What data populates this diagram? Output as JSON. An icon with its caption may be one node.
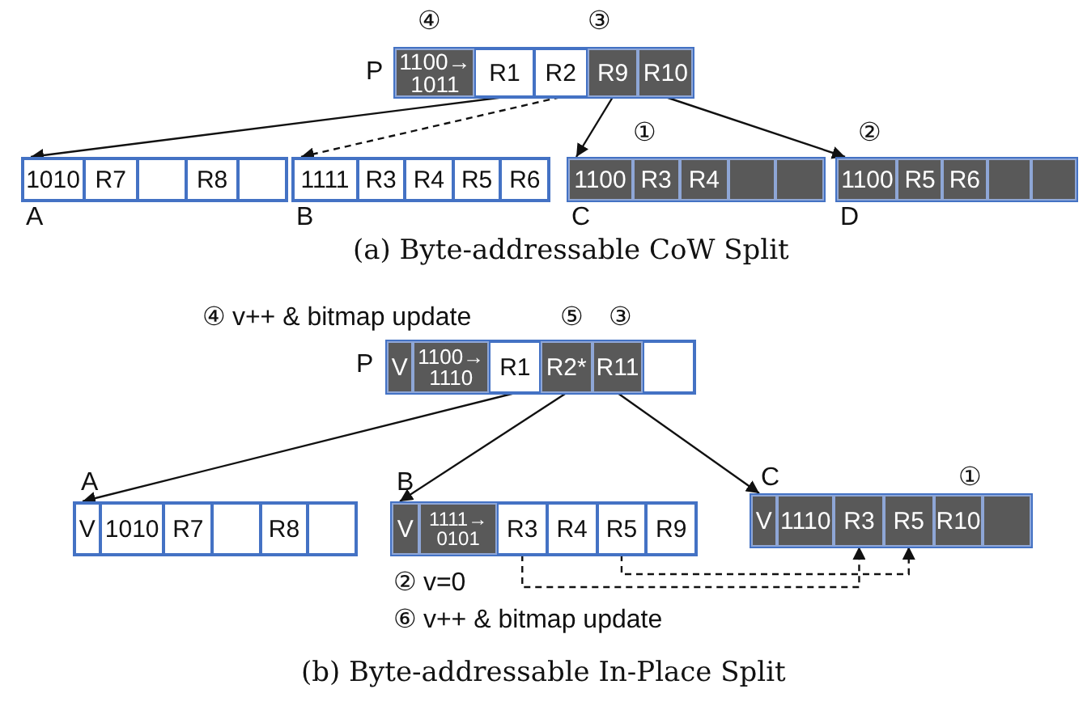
{
  "diagram": {
    "nodes": [
      {
        "text": [],
        "shape": "box",
        "beside": [
          "P"
        ]
      },
      {
        "text": [
          "1100→ 1011"
        ],
        "in": 0,
        "beside": [
          "④"
        ]
      },
      {
        "text": [
          "R1"
        ],
        "in": 0
      },
      {
        "text": [
          "R2"
        ],
        "in": 0
      },
      {
        "text": [
          "R9"
        ],
        "in": 0,
        "beside": [
          "③"
        ]
      },
      {
        "text": [
          "R10"
        ],
        "in": 0
      },
      {
        "text": [],
        "shape": "box",
        "beside": [
          "A"
        ]
      },
      {
        "text": [
          "1010"
        ],
        "in": 6
      },
      {
        "text": [
          "R7"
        ],
        "in": 6
      },
      {
        "text": [],
        "shape": "box",
        "in": 6
      },
      {
        "text": [
          "R8"
        ],
        "in": 6
      },
      {
        "text": [],
        "shape": "box",
        "in": 6
      },
      {
        "text": [],
        "shape": "box",
        "beside": [
          "B"
        ]
      },
      {
        "text": [
          "1111"
        ],
        "in": 12
      },
      {
        "text": [
          "R3"
        ],
        "in": 12
      },
      {
        "text": [
          "R4"
        ],
        "in": 12
      },
      {
        "text": [
          "R5"
        ],
        "in": 12
      },
      {
        "text": [
          "R6"
        ],
        "in": 12
      },
      {
        "text": [],
        "shape": "box",
        "beside": [
          "C"
        ]
      },
      {
        "text": [
          "1100"
        ],
        "in": 18,
        "beside": [
          "①"
        ]
      },
      {
        "text": [
          "R3"
        ],
        "in": 18
      },
      {
        "text": [
          "R4"
        ],
        "in": 18
      },
      {
        "text": [],
        "shape": "box",
        "in": 18
      },
      {
        "text": [],
        "shape": "box",
        "in": 18
      },
      {
        "text": [],
        "shape": "box",
        "beside": [
          "D"
        ]
      },
      {
        "text": [
          "1100"
        ],
        "in": 24,
        "beside": [
          "②"
        ]
      },
      {
        "text": [
          "R5"
        ],
        "in": 24
      },
      {
        "text": [
          "R6"
        ],
        "in": 24
      },
      {
        "text": [],
        "shape": "box",
        "in": 24
      },
      {
        "text": [],
        "shape": "box",
        "in": 24
      },
      {
        "text": [],
        "shape": "box",
        "beside": [
          "④ v++ & bitmap update",
          "P"
        ]
      },
      {
        "text": [
          "V"
        ],
        "in": 30
      },
      {
        "text": [
          "1100→ 1110"
        ],
        "in": 30
      },
      {
        "text": [
          "R1"
        ],
        "in": 30
      },
      {
        "text": [
          "R2*"
        ],
        "in": 30,
        "beside": [
          "⑤"
        ]
      },
      {
        "text": [
          "R11"
        ],
        "in": 30,
        "beside": [
          "③"
        ]
      },
      {
        "text": [],
        "shape": "box",
        "in": 30
      },
      {
        "text": [],
        "shape": "box",
        "beside": [
          "A"
        ]
      },
      {
        "text": [
          "V"
        ],
        "in": 37
      },
      {
        "text": [
          "1010"
        ],
        "in": 37
      },
      {
        "text": [
          "R7"
        ],
        "in": 37
      },
      {
        "text": [],
        "shape": "box",
        "in": 37
      },
      {
        "text": [
          "R8"
        ],
        "in": 37
      },
      {
        "text": [],
        "shape": "box",
        "in": 37
      },
      {
        "text": [],
        "shape": "box",
        "beside": [
          "B",
          "② v=0",
          "⑥ v++ & bitmap update"
        ]
      },
      {
        "text": [
          "V"
        ],
        "in": 44
      },
      {
        "text": [
          "1111→ 0101"
        ],
        "in": 44
      },
      {
        "text": [
          "R3"
        ],
        "in": 44
      },
      {
        "text": [
          "R4"
        ],
        "in": 44
      },
      {
        "text": [
          "R5"
        ],
        "in": 44
      },
      {
        "text": [
          "R9"
        ],
        "in": 44
      },
      {
        "text": [],
        "shape": "box",
        "beside": [
          "C"
        ]
      },
      {
        "text": [
          "V"
        ],
        "in": 51
      },
      {
        "text": [
          "1110"
        ],
        "in": 51
      },
      {
        "text": [
          "R3"
        ],
        "in": 51
      },
      {
        "text": [
          "R5"
        ],
        "in": 51
      },
      {
        "text": [
          "R10"
        ],
        "in": 51,
        "beside": [
          "①"
        ]
      },
      {
        "text": [],
        "shape": "box",
        "in": 51
      }
    ],
    "edges": [
      {
        "from": 2,
        "to": 6,
        "arrow": "to"
      },
      {
        "from": 3,
        "to": 12,
        "arrow": "to",
        "style": "dashed"
      },
      {
        "from": 4,
        "to": 18,
        "arrow": "to"
      },
      {
        "from": 5,
        "to": 24,
        "arrow": "to"
      },
      {
        "from": 33,
        "to": 37,
        "arrow": "to"
      },
      {
        "from": 34,
        "to": 44,
        "arrow": "to"
      },
      {
        "from": 35,
        "to": 51,
        "arrow": "to"
      },
      {
        "from": 47,
        "to": 54,
        "arrow": "to",
        "style": "dashed"
      },
      {
        "from": 49,
        "to": 55,
        "arrow": "to",
        "style": "dashed"
      }
    ],
    "labels": [
      "(a) Byte-addressable CoW Split",
      "(b) Byte-addressable In-Place Split"
    ]
  }
}
